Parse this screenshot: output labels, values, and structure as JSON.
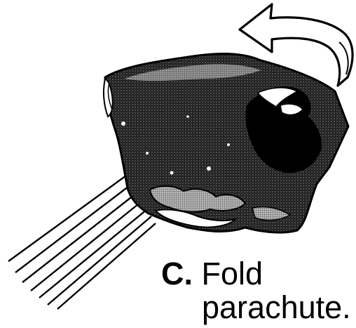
{
  "diagram": {
    "step_letter": "C.",
    "step_text_line1": "Fold",
    "step_text_line2": "parachute."
  },
  "colors": {
    "ink": "#000000",
    "paper": "#ffffff",
    "fabric_shade": "#2b2b2b"
  }
}
